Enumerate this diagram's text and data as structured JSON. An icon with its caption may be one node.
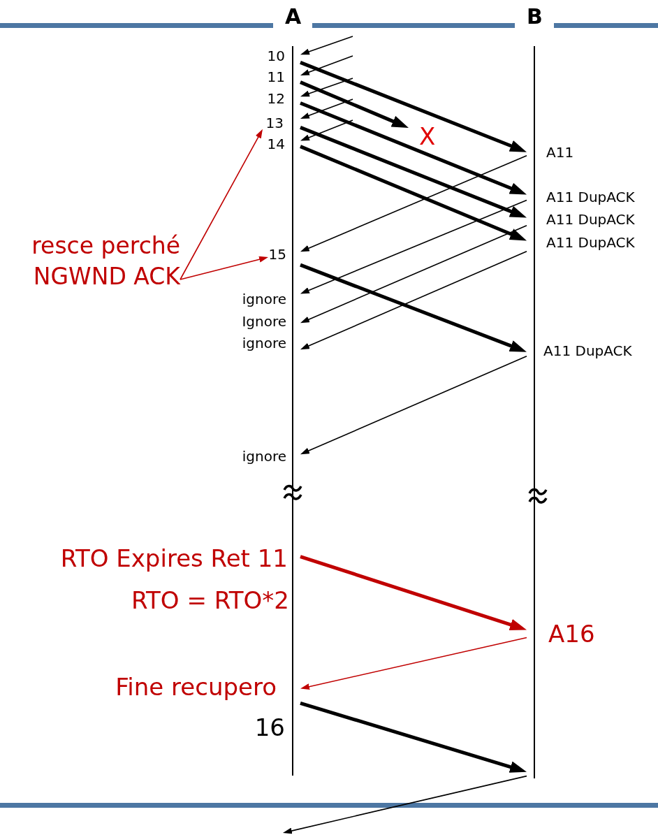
{
  "diagram": {
    "nodes": [
      {
        "text": [
          "A"
        ]
      },
      {
        "text": [
          "B"
        ]
      },
      {
        "text": [
          "13"
        ]
      },
      {
        "text": [
          "resce perché NGWND ACK"
        ]
      },
      {
        "text": [
          "15"
        ]
      }
    ],
    "edges": [
      {
        "from": null,
        "to": 0,
        "arrow": "to"
      },
      {
        "from": null,
        "to": 0,
        "arrow": "to"
      },
      {
        "from": null,
        "to": 0,
        "arrow": "to"
      },
      {
        "from": null,
        "to": 0,
        "arrow": "to"
      },
      {
        "from": null,
        "to": 0,
        "arrow": "to"
      },
      {
        "from": 0,
        "to": 1,
        "arrow": "to",
        "style": "thick"
      },
      {
        "from": 0,
        "to": null,
        "arrow": "to",
        "style": "thick"
      },
      {
        "from": 0,
        "to": 1,
        "arrow": "to",
        "style": "thick"
      },
      {
        "from": 0,
        "to": 1,
        "arrow": "to",
        "style": "thick"
      },
      {
        "from": 0,
        "to": 1,
        "arrow": "to",
        "style": "thick"
      },
      {
        "from": 1,
        "to": 0,
        "arrow": "to"
      },
      {
        "from": 1,
        "to": 0,
        "arrow": "to"
      },
      {
        "from": 1,
        "to": 0,
        "arrow": "to"
      },
      {
        "from": 1,
        "to": 0,
        "arrow": "to"
      },
      {
        "from": 0,
        "to": 1,
        "arrow": "to",
        "style": "thick"
      },
      {
        "from": 1,
        "to": 0,
        "arrow": "to"
      },
      {
        "from": 0,
        "to": 1,
        "arrow": "to",
        "style": "thick",
        "color": "#c00000"
      },
      {
        "from": 1,
        "to": 0,
        "arrow": "to",
        "color": "#c00000"
      },
      {
        "from": 0,
        "to": 1,
        "arrow": "to",
        "style": "thick"
      },
      {
        "from": 1,
        "to": null,
        "arrow": "to"
      },
      {
        "from": 3,
        "to": 2,
        "arrow": "to",
        "color": "#c00000"
      },
      {
        "from": 3,
        "to": 4,
        "arrow": "to",
        "color": "#c00000"
      }
    ],
    "labels": [
      "10",
      "11",
      "12",
      "14",
      "X",
      "A11",
      "A11 DupACK",
      "A11 DupACK",
      "A11 DupACK",
      "ignore",
      "Ignore",
      "ignore",
      "A11 DupACK",
      "ignore",
      "RTO Expires Ret 11",
      "RTO = RTO*2",
      "A16",
      "Fine recupero",
      "16"
    ]
  }
}
